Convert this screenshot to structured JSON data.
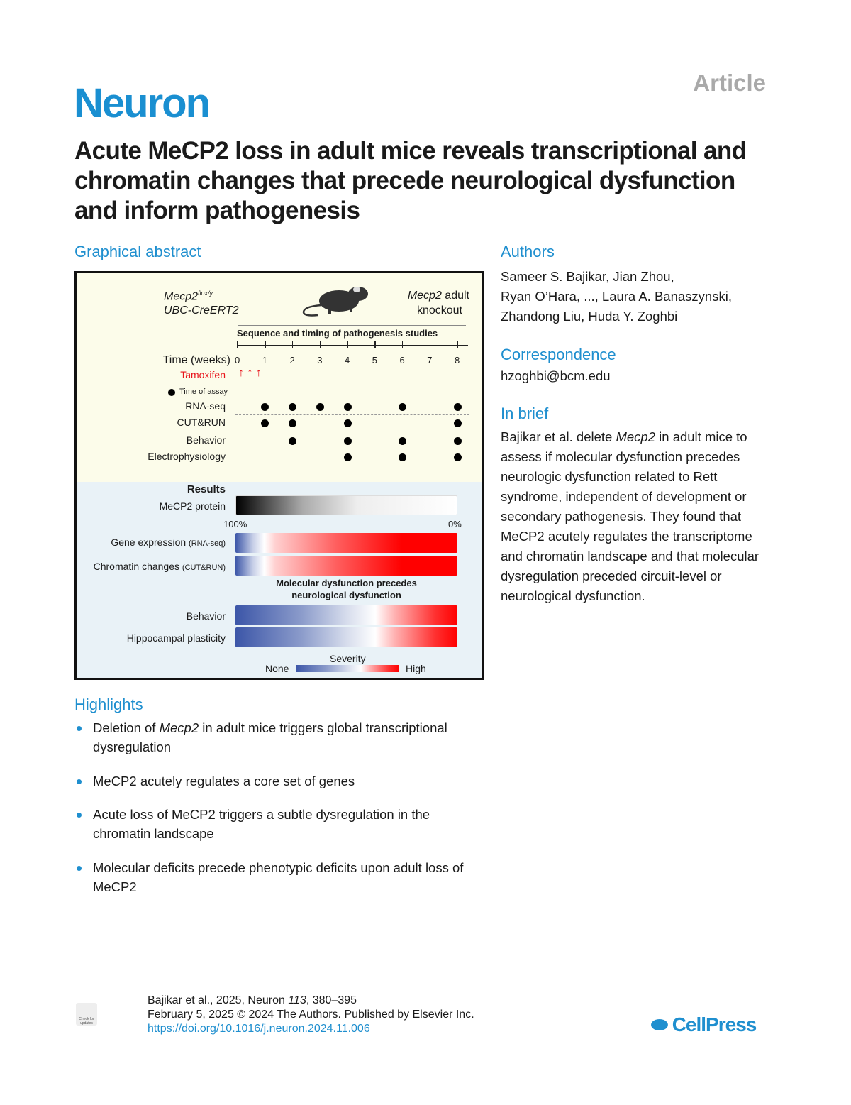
{
  "journal": "Neuron",
  "article_type": "Article",
  "title": "Acute MeCP2 loss in adult mice reveals transcriptional and chromatin changes that precede neurological dysfunction and inform pathogenesis",
  "graphical_abstract": {
    "heading": "Graphical abstract",
    "genotype_line1": "Mecp2",
    "genotype_sup": "flox/y",
    "genotype_line2": "UBC-CreERT2",
    "outcome_italic": "Mecp2",
    "outcome_rest": " adult",
    "outcome_line2": "knockout",
    "sequence_label": "Sequence and timing of pathogenesis studies",
    "time_label": "Time (weeks)",
    "weeks": [
      0,
      1,
      2,
      3,
      4,
      5,
      6,
      7,
      8
    ],
    "tamoxifen_label": "Tamoxifen",
    "tamoxifen_arrows": "↑ ↑ ↑",
    "assay_legend": "Time of assay",
    "assays": [
      {
        "label": "RNA-seq",
        "weeks": [
          1,
          2,
          3,
          4,
          6,
          8
        ]
      },
      {
        "label": "CUT&RUN",
        "weeks": [
          1,
          2,
          4,
          8
        ]
      },
      {
        "label": "Behavior",
        "weeks": [
          2,
          4,
          6,
          8
        ]
      },
      {
        "label": "Electrophysiology",
        "weeks": [
          4,
          6,
          8
        ]
      }
    ],
    "results_heading": "Results",
    "protein_label": "MeCP2 protein",
    "protein_start": "100%",
    "protein_end": "0%",
    "gene_expr_label": "Gene expression ",
    "gene_expr_sub": "(RNA-seq)",
    "chromatin_label": "Chromatin changes ",
    "chromatin_sub": "(CUT&RUN)",
    "mol_note_1": "Molecular dysfunction precedes",
    "mol_note_2": "neurological dysfunction",
    "behavior_label": "Behavior",
    "plasticity_label": "Hippocampal plasticity",
    "severity_label": "Severity",
    "severity_low": "None",
    "severity_high": "High",
    "colors": {
      "low": "#3c56a8",
      "high": "#ff0000",
      "tamoxifen": "#e8141b"
    }
  },
  "authors": {
    "heading": "Authors",
    "lines": [
      "Sameer S. Bajikar, Jian Zhou,",
      "Ryan O’Hara, ..., Laura A. Banaszynski,",
      "Zhandong Liu, Huda Y. Zoghbi"
    ]
  },
  "correspondence": {
    "heading": "Correspondence",
    "email": "hzoghbi@bcm.edu"
  },
  "in_brief": {
    "heading": "In brief",
    "pre": "Bajikar et al. delete ",
    "gene": "Mecp2",
    "post": " in adult mice to assess if molecular dysfunction precedes neurologic dysfunction related to Rett syndrome, independent of development or secondary pathogenesis. They found that MeCP2 acutely regulates the transcriptome and chromatin landscape and that molecular dysregulation preceded circuit-level or neurological dysfunction."
  },
  "highlights": {
    "heading": "Highlights",
    "items": [
      {
        "pre": "Deletion of ",
        "gene": "Mecp2",
        "post": " in adult mice triggers global transcriptional dysregulation"
      },
      {
        "pre": "MeCP2 acutely regulates a core set of genes",
        "gene": "",
        "post": ""
      },
      {
        "pre": "Acute loss of MeCP2 triggers a subtle dysregulation in the chromatin landscape",
        "gene": "",
        "post": ""
      },
      {
        "pre": "Molecular deficits precede phenotypic deficits upon adult loss of MeCP2",
        "gene": "",
        "post": ""
      }
    ]
  },
  "footer": {
    "citation_pre": "Bajikar et al., 2025, Neuron ",
    "volume": "113",
    "citation_post": ", 380–395",
    "date_line": "February 5, 2025 © 2024 The Authors. Published by Elsevier Inc.",
    "doi": "https://doi.org/10.1016/j.neuron.2024.11.006",
    "check_updates": "Check for updates",
    "publisher": "CellPress"
  }
}
